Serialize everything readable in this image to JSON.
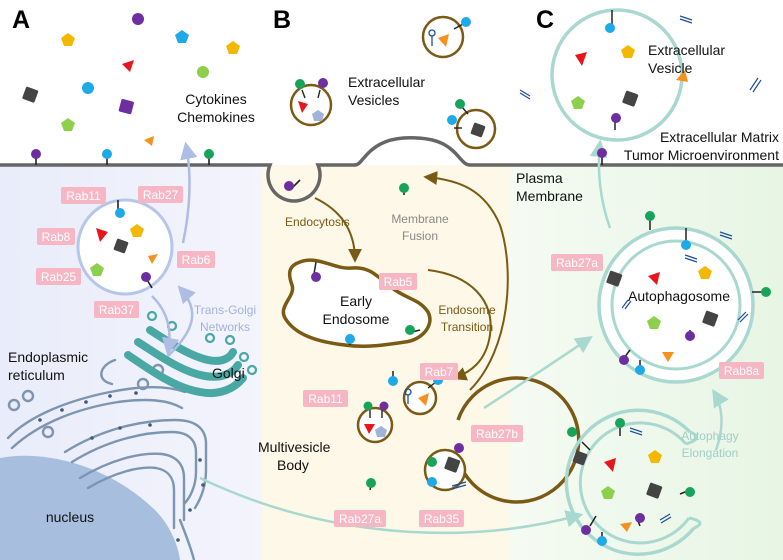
{
  "panels": {
    "a": {
      "letter": "A"
    },
    "b": {
      "letter": "B"
    },
    "c": {
      "letter": "C"
    }
  },
  "labels": {
    "cytokines": "Cytokines",
    "chemokines": "Chemokines",
    "extracellular_vesicles_1": "Extracellular",
    "extracellular_vesicles_2": "Vesicles",
    "extracellular_vesicle_1": "Extracellular",
    "extracellular_vesicle_2": "Vesicle",
    "ecm": "Extracellular Matrix",
    "tme": "Tumor Microenvironment",
    "plasma_membrane_1": "Plasma",
    "plasma_membrane_2": "Membrane",
    "endocytosis": "Endocytosis",
    "membrane_fusion_1": "Membrane",
    "membrane_fusion_2": "Fusion",
    "early_endosome_1": "Early",
    "early_endosome_2": "Endosome",
    "endosome_transition_1": "Endosome",
    "endosome_transition_2": "Transition",
    "mvb_1": "Multivesicle",
    "mvb_2": "Body",
    "trans_golgi_1": "Trans-Golgi",
    "trans_golgi_2": "Networks",
    "golgi": "Golgi",
    "er_1": "Endoplasmic",
    "er_2": "reticulum",
    "nucleus": "nucleus",
    "autophagosome": "Autophagosome",
    "autophagy_1": "Autophagy",
    "autophagy_2": "Elongation"
  },
  "rab_tags": {
    "a_rab11": "Rab11",
    "a_rab27": "Rab27",
    "a_rab8": "Rab8",
    "a_rab6": "Rab6",
    "a_rab25": "Rab25",
    "a_rab37": "Rab37",
    "b_rab5": "Rab5",
    "b_rab7": "Rab7",
    "b_rab11": "Rab11",
    "b_rab27b": "Rab27b",
    "b_rab27a": "Rab27a",
    "b_rab35": "Rab35",
    "c_rab27a": "Rab27a",
    "c_rab8a": "Rab8a"
  },
  "colors": {
    "panel_a_bg": "#eef0fb",
    "panel_b_bg": "#fdf8e8",
    "panel_c_bg": "#eff8ee",
    "membrane": "#666666",
    "endosome": "#7a5a14",
    "teal": "#a9d8d0",
    "golgi": "#4aa8a4",
    "er": "#7d95b0",
    "nucleus": "#a8bedf",
    "rab_tag": "#f7b6c4",
    "blue_dot": "#1ea9e9",
    "purple_dot": "#6d2ea0",
    "green_dot": "#17a45a",
    "yellow": "#f5b800",
    "red": "#e8161c",
    "orange": "#f7901e",
    "lime": "#8cd04c",
    "grey": "#444444",
    "lavender": "#9fb3db"
  }
}
